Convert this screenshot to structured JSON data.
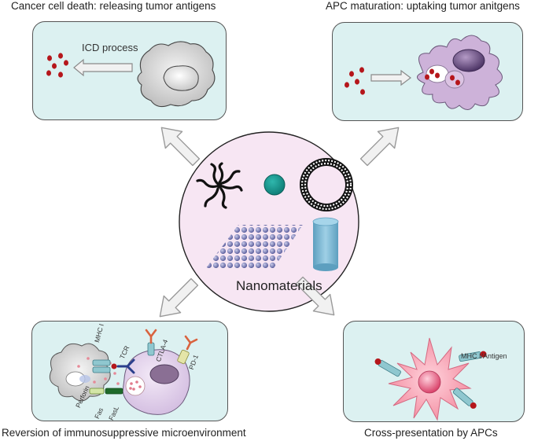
{
  "captions": {
    "top_left": "Cancer cell death: releasing tumor antigens",
    "top_right": "APC maturation: uptaking tumor anitgens",
    "bottom_left": "Reversion of immunosuppressive microenvironment",
    "bottom_right": "Cross-presentation by APCs"
  },
  "center": {
    "title": "Nanomaterials"
  },
  "panel_icd": {
    "process_label": "ICD process"
  },
  "panel_reversion": {
    "labels": {
      "mhc1": "MHC I",
      "tcr": "TCR",
      "ctla4": "CTLA-4",
      "pd1": "PD-1",
      "perforin": "Perforin",
      "fas": "Fas",
      "fasl": "FasL"
    }
  },
  "panel_cross": {
    "mhc_label": "MHC I/Antigen"
  },
  "colors": {
    "panel_fill": "#dcf1f1",
    "center_fill": "#f7e6f3",
    "antigen_red": "#b5161b",
    "apc_purple": "#cdb2d9",
    "dc_pink": "#f39cad",
    "sphere_teal": "#1a9e96",
    "cylinder_blue": "#7fb9d6"
  },
  "icons": [
    "micelle-icon",
    "nanoparticle-sphere-icon",
    "liposome-icon",
    "nanosheet-icon",
    "nanorod-cylinder-icon",
    "tumor-cell-icon",
    "apc-cell-icon",
    "t-cell-icon",
    "dendritic-cell-icon",
    "arrow-icon"
  ]
}
